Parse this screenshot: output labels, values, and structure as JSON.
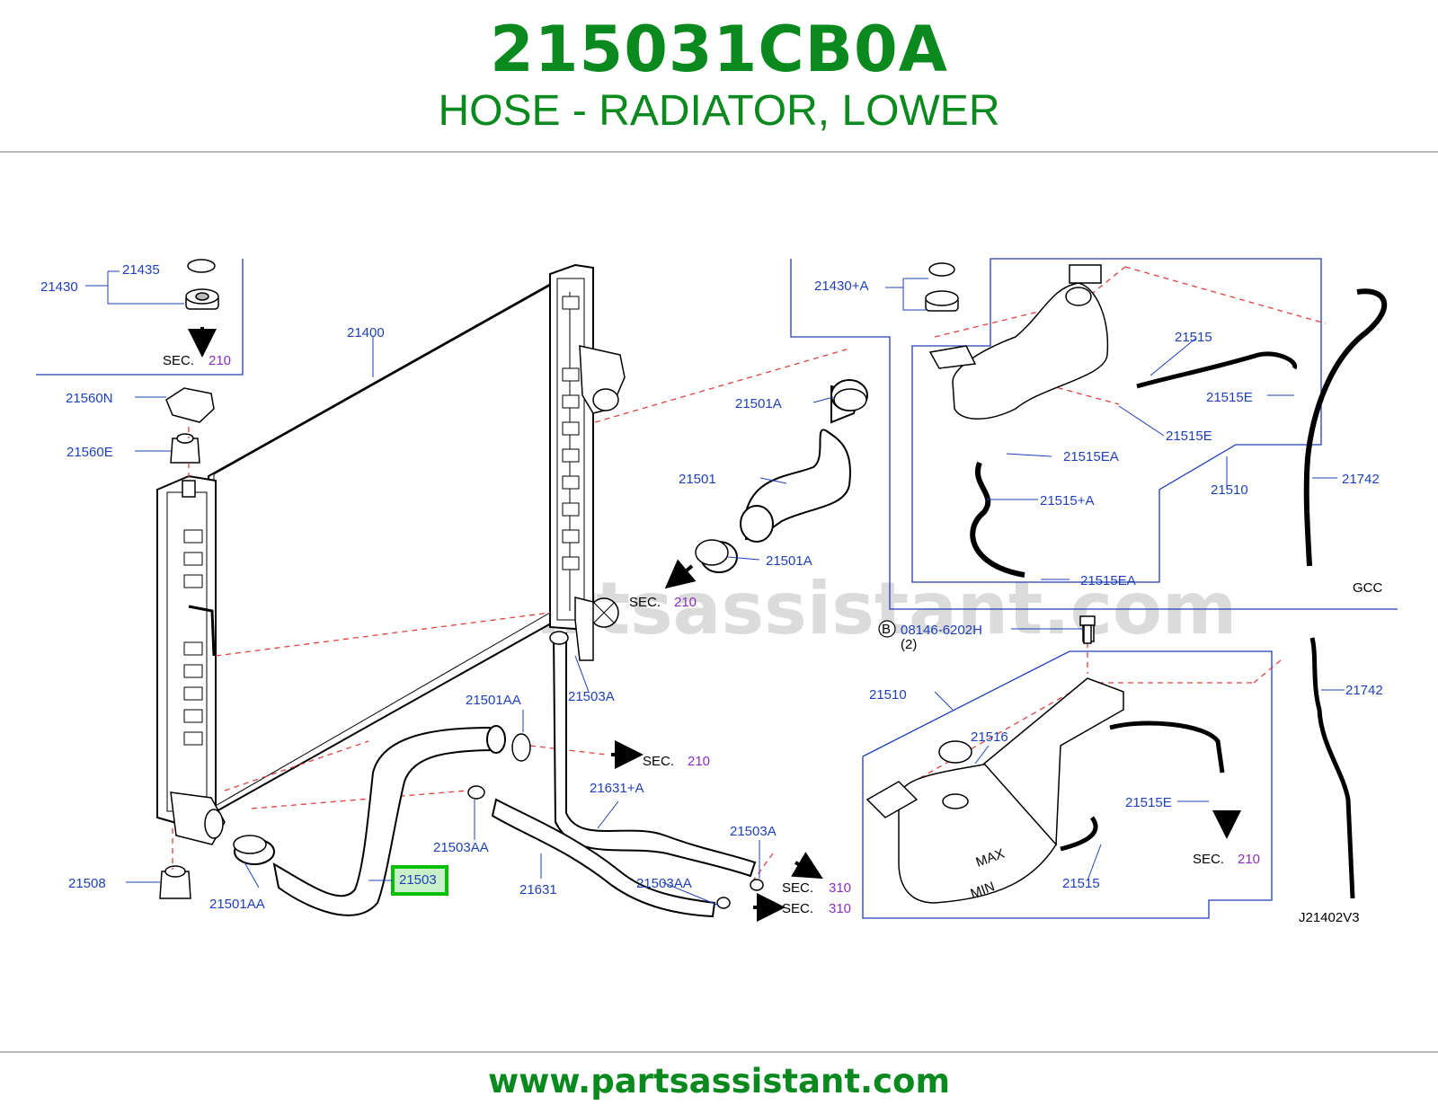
{
  "header": {
    "part_number": "215031CB0A",
    "part_description": "HOSE - RADIATOR, LOWER"
  },
  "footer": {
    "url": "www.partsassistant.com"
  },
  "watermark": {
    "text": "www.partsassistant.com"
  },
  "colors": {
    "brand_green": "#0a8a1e",
    "label_blue": "#1f3fb8",
    "section_purple": "#8a2fc0",
    "dashed_red": "#e04040",
    "highlight_green": "#00c000",
    "highlight_fill": "#c9f0c9"
  },
  "diagram": {
    "figure_code": "J21402V3",
    "region_code": "GCC",
    "bolt_callout": {
      "circle": "B",
      "part": "08146-6202H",
      "qty": "(2)"
    },
    "highlighted_part": "21503",
    "sec_word": "SEC.",
    "labels": {
      "p21430": "21430",
      "p21435": "21435",
      "p21400": "21400",
      "p21560N": "21560N",
      "p21560E": "21560E",
      "p21508": "21508",
      "p21501AA_a": "21501AA",
      "p21501AA_b": "21501AA",
      "p21501A_a": "21501A",
      "p21501": "21501",
      "p21501A_b": "21501A",
      "p21503A_a": "21503A",
      "p21503AA_a": "21503AA",
      "p21631A": "21631+A",
      "p21631": "21631",
      "p21503AA_b": "21503AA",
      "p21503A_b": "21503A",
      "p21430A": "21430+A",
      "p21515_a": "21515",
      "p21515E_a": "21515E",
      "p21515E_b": "21515E",
      "p21515EA_a": "21515EA",
      "p21515A": "21515+A",
      "p21510_a": "21510",
      "p21515EA_b": "21515EA",
      "p21742_a": "21742",
      "p21742_b": "21742",
      "p21510_b": "21510",
      "p21516": "21516",
      "p21515E_c": "21515E",
      "p21515_b": "21515"
    },
    "sections": {
      "s1": "210",
      "s2": "210",
      "s3": "210",
      "s4": "310",
      "s5": "310",
      "s6": "210"
    },
    "tank_marks": {
      "max": "MAX",
      "min": "MIN"
    }
  }
}
